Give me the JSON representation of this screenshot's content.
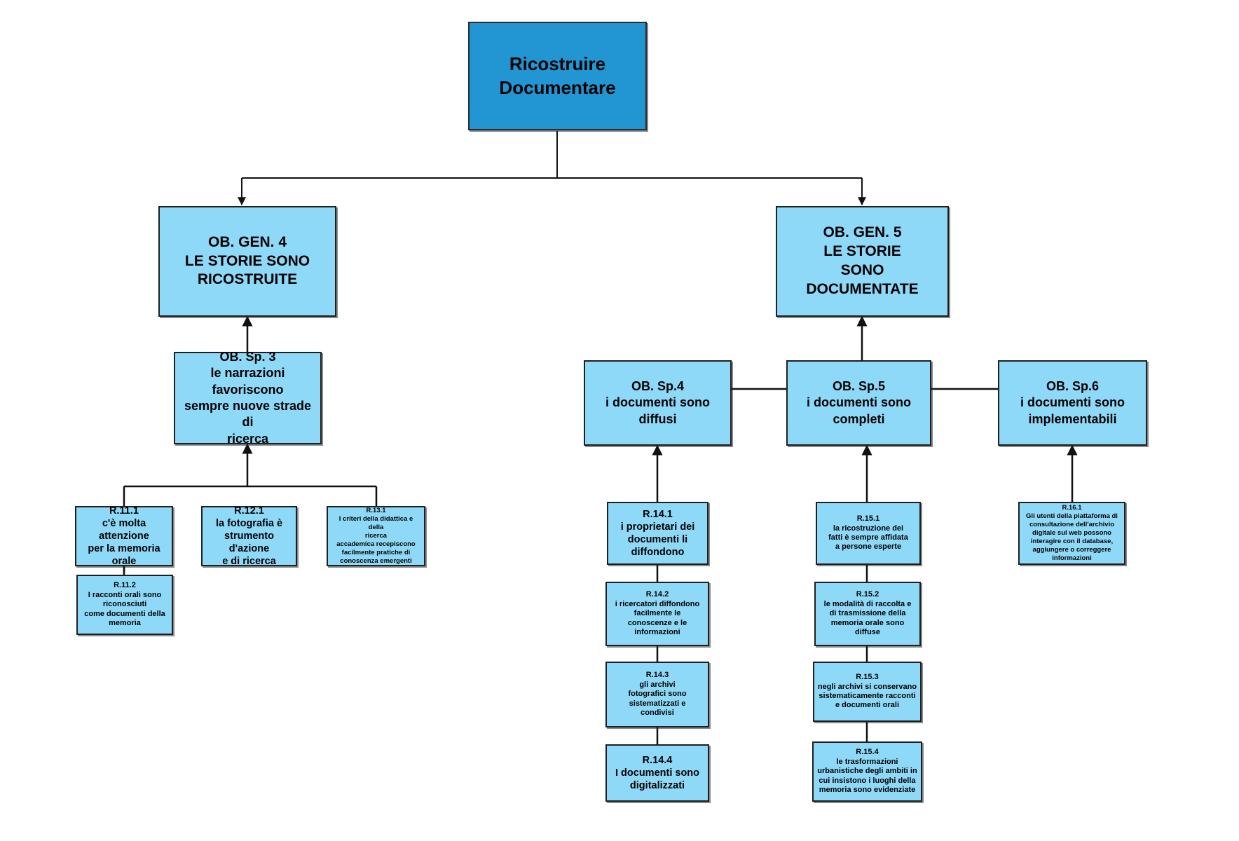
{
  "diagram": {
    "title": "Ricostruire Documentare - albero degli obiettivi",
    "colors": {
      "root_fill": "#2196d3",
      "node_fill": "#8fd9f8",
      "border": "#1f1f1f",
      "background": "#ffffff",
      "text": "#000000"
    },
    "nodes": {
      "root": "Ricostruire\nDocumentare",
      "ob_gen_4": "OB. GEN. 4\nLE STORIE  SONO\nRICOSTRUITE",
      "ob_gen_5": "OB. GEN. 5\nLE STORIE\nSONO\nDOCUMENTATE",
      "ob_sp_3": "OB. Sp. 3\nle narrazioni favoriscono\nsempre nuove strade di\nricerca",
      "ob_sp_4": "OB. Sp.4\ni documenti sono\ndiffusi",
      "ob_sp_5": "OB. Sp.5\ni documenti sono\ncompleti",
      "ob_sp_6": "OB. Sp.6\ni documenti sono\nimplementabili",
      "r_11_1": "R.11.1\nc'è molta attenzione\nper la memoria\norale",
      "r_11_2": "R.11.2\nI racconti orali  sono\nriconosciuti\ncome  documenti della\nmemoria",
      "r_12_1": "R.12.1\nla fotografia è\nstrumento d'azione\ne di ricerca",
      "r_13_1": "R.13.1\nI criteri della didattica e della\nricerca\naccademica  recepiscono\nfacilmente pratiche di\nconoscenza emergenti",
      "r_14_1": "R.14.1\ni proprietari dei\ndocumenti li\ndiffondono",
      "r_14_2": "R.14.2\ni ricercatori diffondono\nfacilmente le\nconoscenze e le\ninformazioni",
      "r_14_3": "R.14.3\ngli archivi\nfotografici  sono\nsistematizzati e\ncondivisi",
      "r_14_4": "R.14.4\nI documenti sono\ndigitalizzati",
      "r_15_1": "R.15.1\nla ricostruzione dei\nfatti è sempre affidata\na persone esperte",
      "r_15_2": "R.15.2\nle modalità di raccolta e\ndi trasmissione della\nmemoria orale sono\ndiffuse",
      "r_15_3": "R.15.3\nnegli archivi si conservano\nsistematicamente racconti\ne documenti orali",
      "r_15_4": "R.15.4\nle trasformazioni\nurbanistiche degli ambiti in\ncui insistono i luoghi della\nmemoria sono evidenziate",
      "r_16_1": "R.16.1\nGli utenti della piattaforma di\nconsultazione dell'archivio\ndigitale sul web possono\ninteragire con il database,\naggiungere o correggere\ninformazioni"
    }
  }
}
